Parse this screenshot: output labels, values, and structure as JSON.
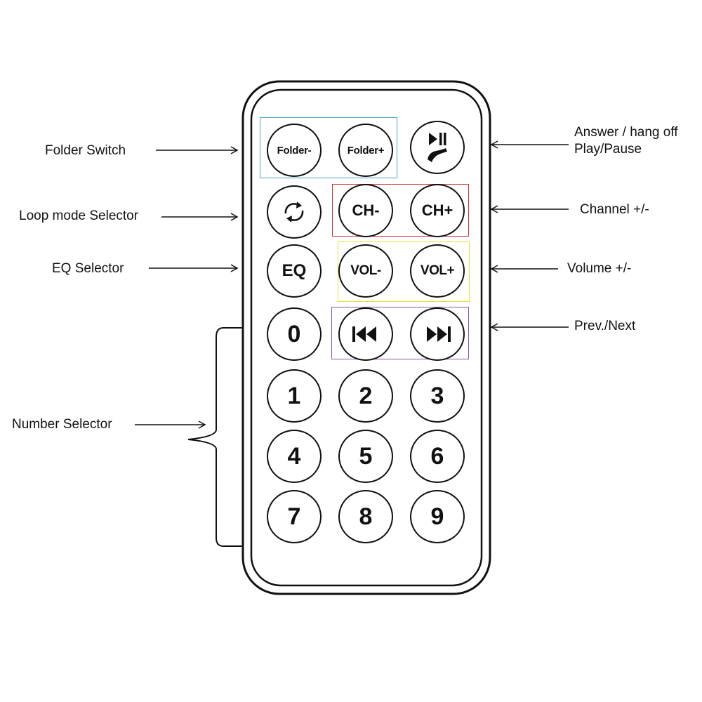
{
  "labels": {
    "folder_switch": "Folder Switch",
    "loop_mode": "Loop mode Selector",
    "eq_selector": "EQ Selector",
    "number_selector": "Number Selector",
    "answer_hang": "Answer / hang off",
    "play_pause": "Play/Pause",
    "channel": "Channel +/-",
    "volume": "Volume +/-",
    "prev_next": "Prev./Next"
  },
  "buttons": {
    "folder_minus": "Folder-",
    "folder_plus": "Folder+",
    "ch_minus": "CH-",
    "ch_plus": "CH+",
    "eq": "EQ",
    "vol_minus": "VOL-",
    "vol_plus": "VOL+",
    "n0": "0",
    "n1": "1",
    "n2": "2",
    "n3": "3",
    "n4": "4",
    "n5": "5",
    "n6": "6",
    "n7": "7",
    "n8": "8",
    "n9": "9"
  },
  "icons": {
    "play_pause": "play-pause-phone-icon",
    "loop": "loop-icon",
    "prev": "rewind-icon",
    "next": "fast-forward-icon"
  },
  "colors": {
    "folder_group": "#4aa3c4",
    "channel_group": "#cc3333",
    "volume_group": "#e8e030",
    "prevnext_group": "#8a55a8"
  }
}
